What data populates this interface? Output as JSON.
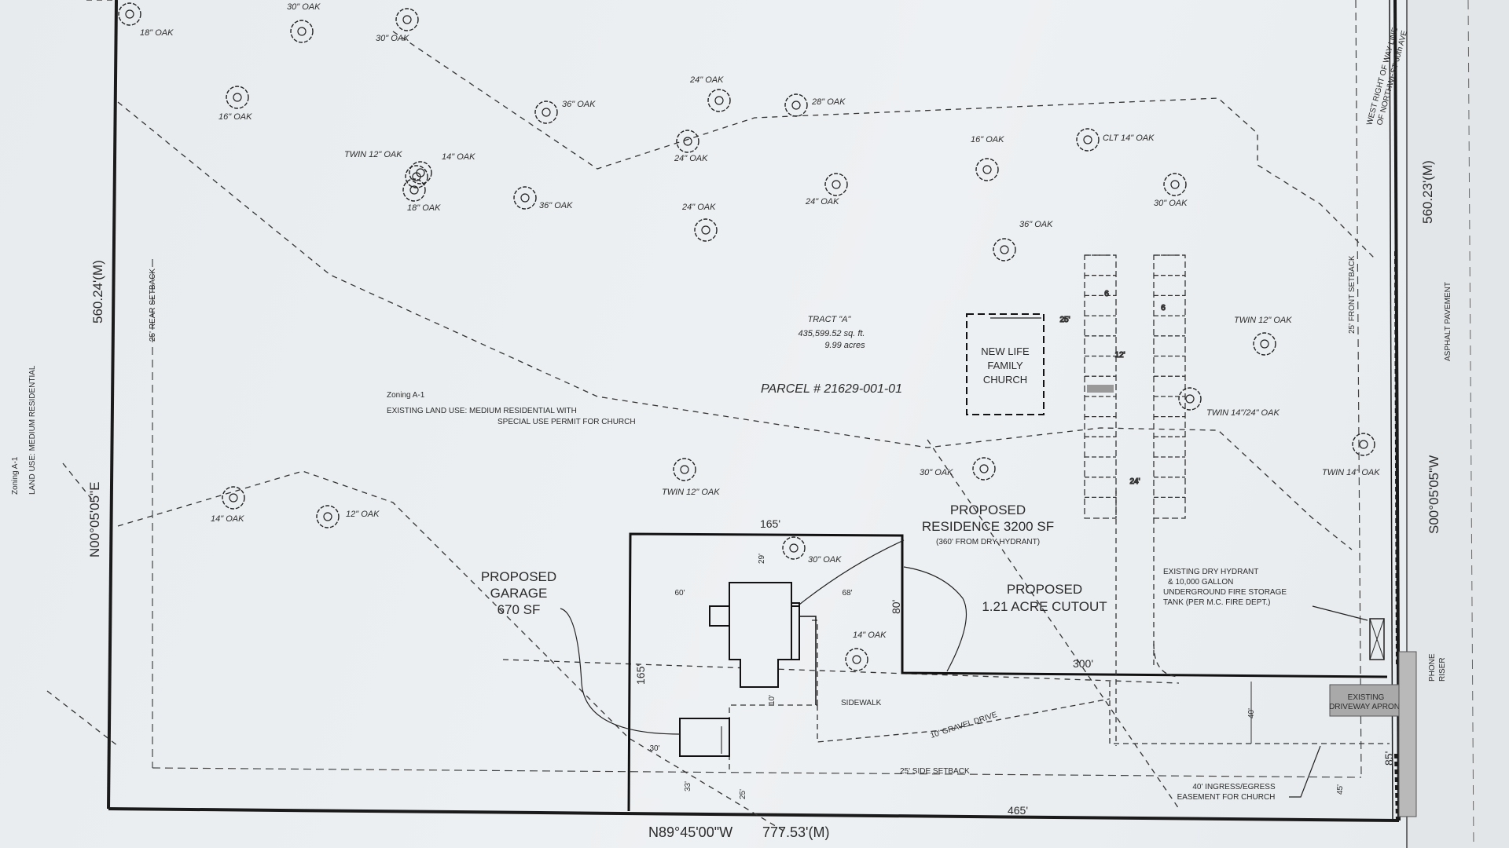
{
  "tract": {
    "name": "TRACT \"A\"",
    "area_sqft": "435,599.52 sq. ft.",
    "area_acres": "9.99 acres"
  },
  "parcel": "PARCEL # 21629-001-01",
  "zoning": {
    "line1": "Zoning A-1",
    "line2": "EXISTING LAND USE: MEDIUM RESIDENTIAL WITH",
    "line3": "SPECIAL USE PERMIT FOR CHURCH"
  },
  "left_margin": {
    "line1": "Zoning A-1",
    "line2": "LAND USE: MEDIUM RESIDENTIAL"
  },
  "bearings": {
    "west": "N00°05'05\"E",
    "west_len": "560.24'(M)",
    "east": "S00°05'05\"W",
    "east_len": "560.23'(M)",
    "south": "N89°45'00\"W",
    "south_len": "777.53'(M)"
  },
  "church": {
    "line1": "NEW LIFE",
    "line2": "FAMILY",
    "line3": "CHURCH"
  },
  "residence": {
    "line1": "PROPOSED",
    "line2": "RESIDENCE 3200 SF",
    "line3": "(360' FROM DRY HYDRANT)"
  },
  "garage": {
    "line1": "PROPOSED",
    "line2": "GARAGE",
    "line3": "670 SF"
  },
  "cutout": {
    "line1": "PROPOSED",
    "line2": "1.21 ACRE CUTOUT"
  },
  "dims": {
    "top": "165'",
    "left": "165'",
    "right": "80'",
    "bottom": "465'",
    "inner": "300'",
    "east": "85'",
    "d60": "60'",
    "d68": "68'",
    "d29": "29'",
    "d10": "10'",
    "d30": "30'",
    "d33": "33'",
    "d25": "25'",
    "d40": "40'",
    "d24": "24'",
    "d25b": "25'",
    "d45": "45'",
    "d6a": "6",
    "d6b": "6",
    "d12": "12'"
  },
  "setbacks": {
    "rear": "25' REAR SETBACK",
    "front": "25' FRONT SETBACK",
    "side": "25' SIDE SETBACK"
  },
  "hydrant": {
    "line1": "EXISTING DRY HYDRANT",
    "line2": "& 10,000 GALLON",
    "line3": "UNDERGROUND FIRE STORAGE",
    "line4": "TANK (PER M.C. FIRE DEPT.)"
  },
  "easement": {
    "line1": "40' INGRESS/EGRESS",
    "line2": "EASEMENT FOR CHURCH"
  },
  "apron": {
    "line1": "EXISTING",
    "line2": "DRIVEWAY APRON"
  },
  "phone": {
    "line1": "PHONE",
    "line2": "RISER"
  },
  "row": {
    "line1": "WEST RIGHT OF WAY LINE",
    "line2": "OF NORTHWEST 60th AVE"
  },
  "road": {
    "label": "ASPHALT PAVEMENT"
  },
  "sidewalk": "SIDEWALK",
  "gravel": "10' GRAVEL DRIVE",
  "trees": [
    {
      "label": "18\" OAK"
    },
    {
      "label": "30\" OAK"
    },
    {
      "label": "30\" OAK"
    },
    {
      "label": "16\" OAK"
    },
    {
      "label": "36\" OAK"
    },
    {
      "label": "24\" OAK"
    },
    {
      "label": "28\" OAK"
    },
    {
      "label": "TWIN 12\" OAK"
    },
    {
      "label": "14\" OAK"
    },
    {
      "label": "18\" OAK"
    },
    {
      "label": "36\" OAK"
    },
    {
      "label": "24\" OAK"
    },
    {
      "label": "24\" OAK"
    },
    {
      "label": "24\" OAK"
    },
    {
      "label": "16\" OAK"
    },
    {
      "label": "CLT 14\" OAK"
    },
    {
      "label": "30\" OAK"
    },
    {
      "label": "36\" OAK"
    },
    {
      "label": "TWIN 12\" OAK"
    },
    {
      "label": "TWIN 14\"/24\" OAK"
    },
    {
      "label": "TWIN 14\" OAK"
    },
    {
      "label": "14\" OAK"
    },
    {
      "label": "12\" OAK"
    },
    {
      "label": "TWIN 12\" OAK"
    },
    {
      "label": "30\" OAK"
    },
    {
      "label": "30\" OAK"
    },
    {
      "label": "14\" OAK"
    }
  ]
}
